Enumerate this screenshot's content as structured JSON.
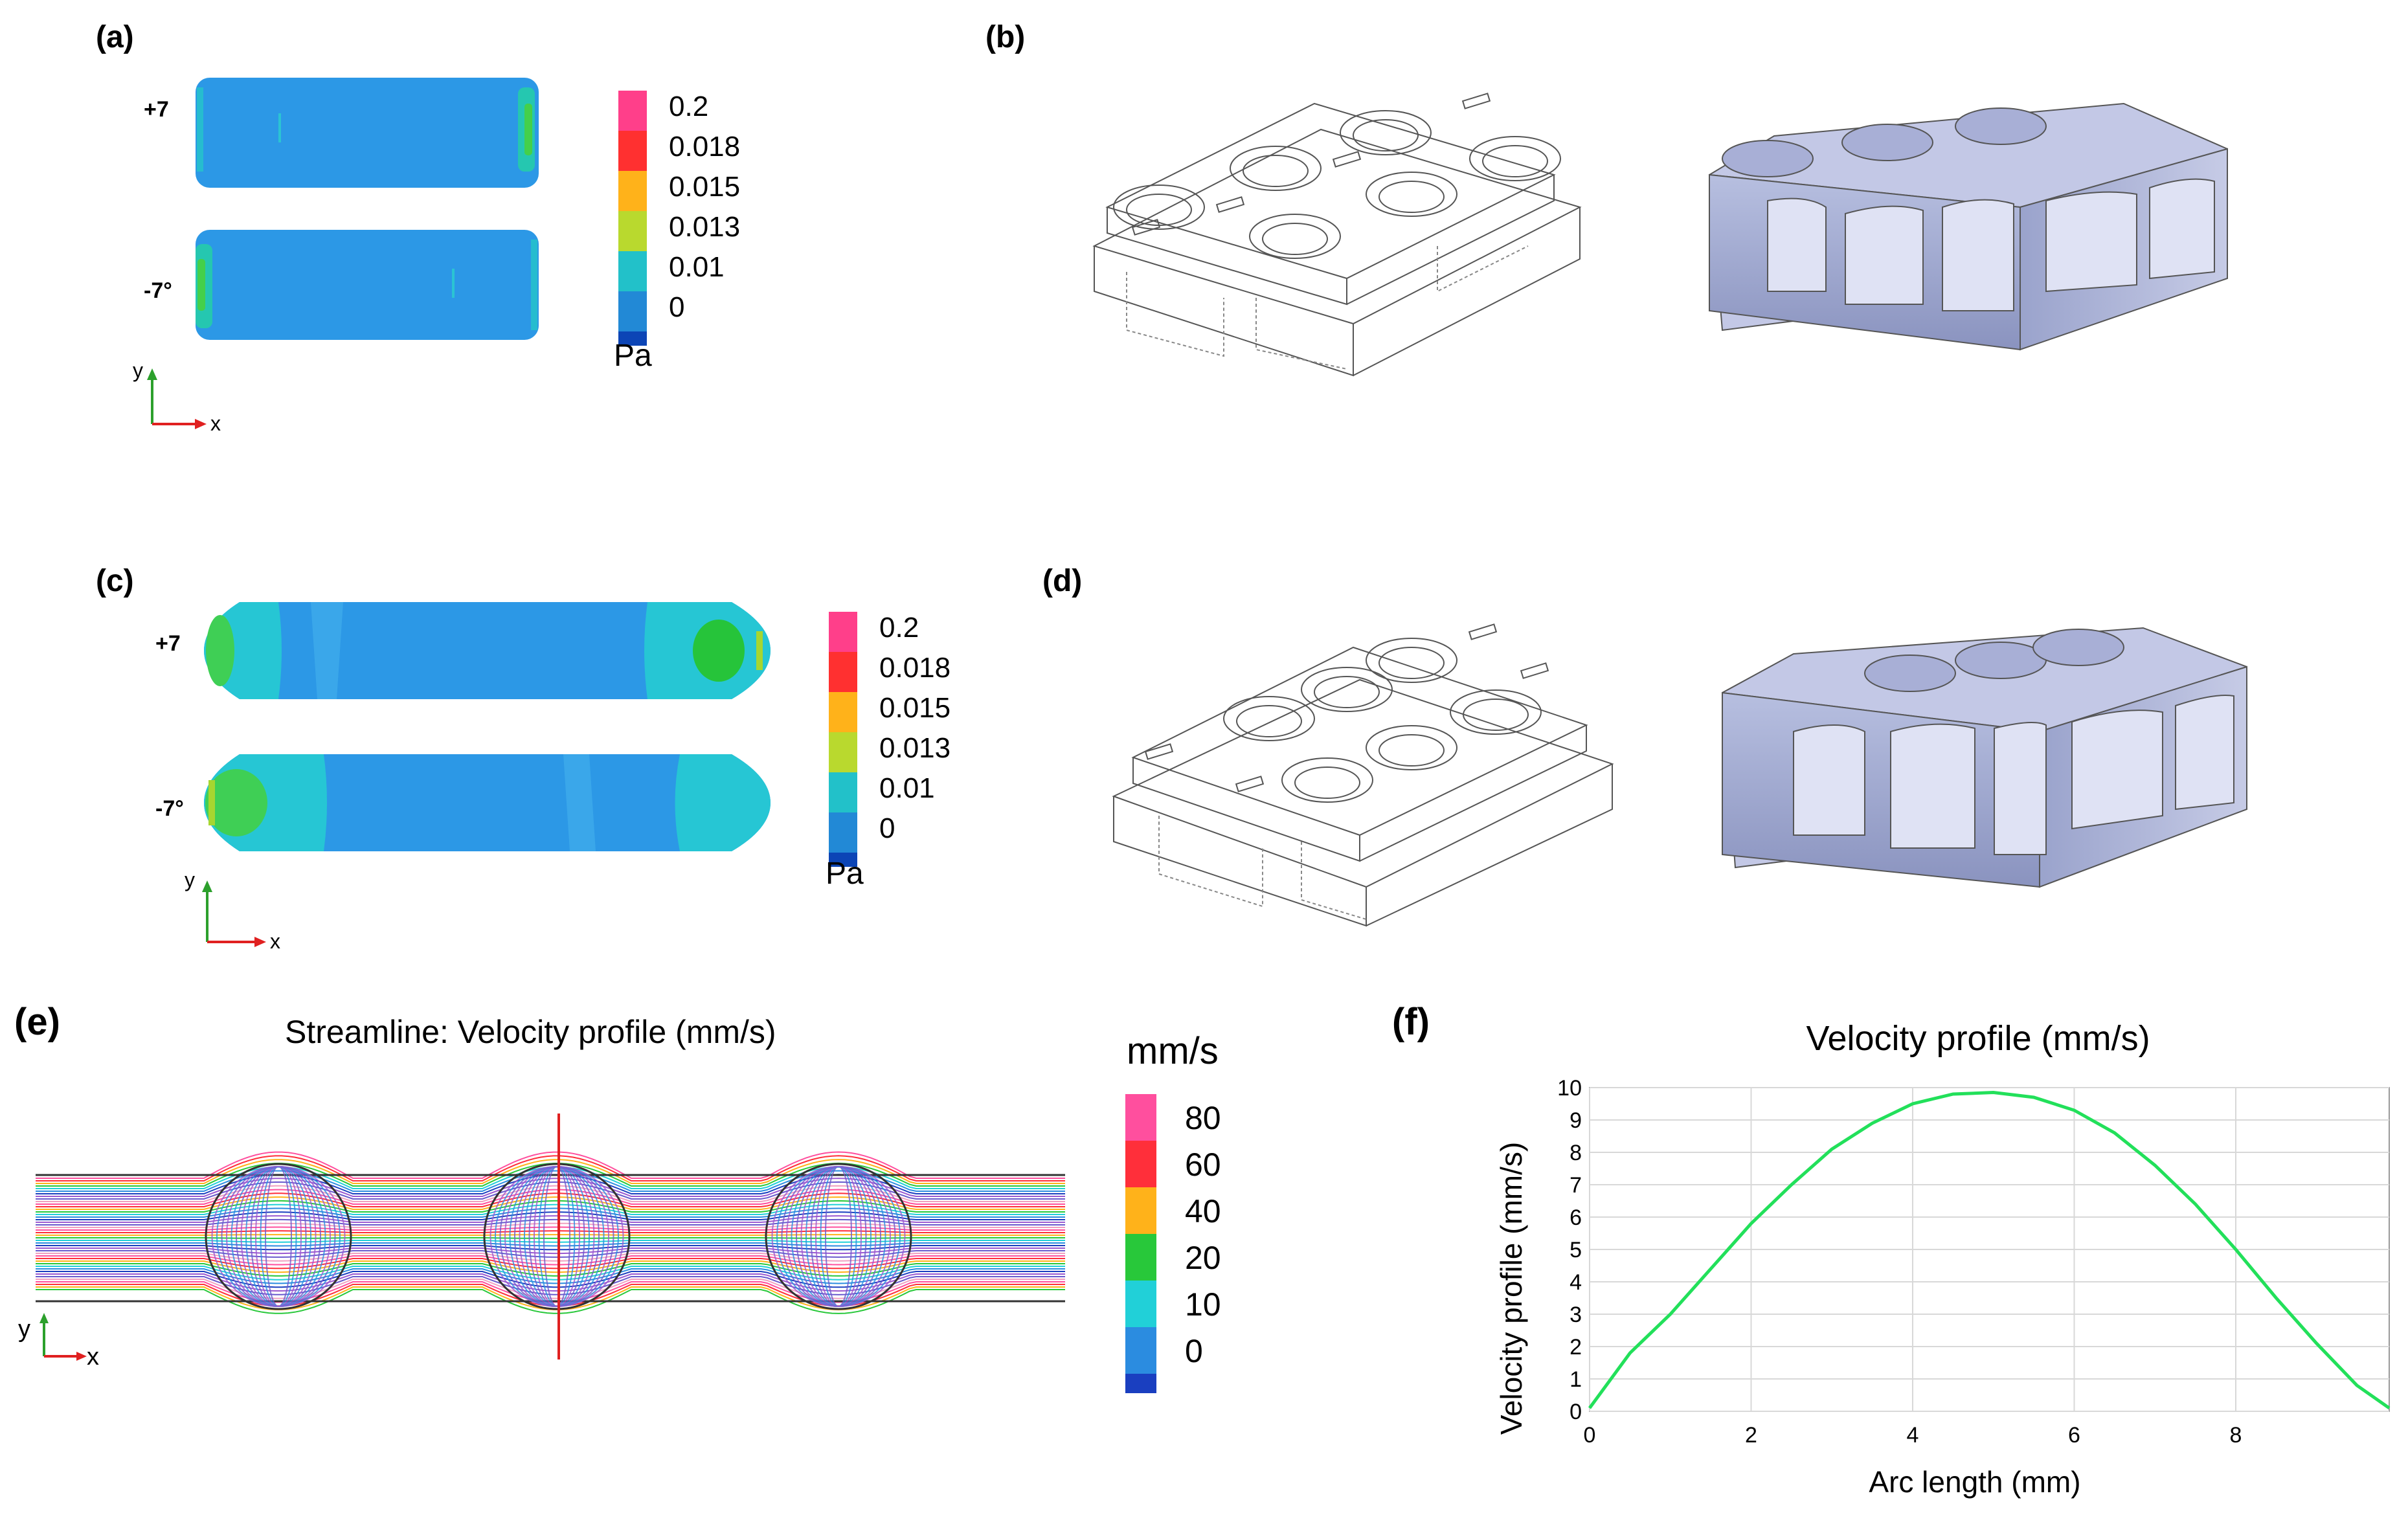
{
  "panels": {
    "a": {
      "label": "(a)",
      "angle_pos": "+7",
      "angle_neg": "-7°",
      "unit": "Pa",
      "legend": [
        "0.2",
        "0.018",
        "0.015",
        "0.013",
        "0.01",
        "0"
      ],
      "legend_colors": [
        "#ff3f8a",
        "#ff3030",
        "#ffb21a",
        "#b9d92e",
        "#22c1c9",
        "#2289d6",
        "#0c45b6"
      ]
    },
    "b": {
      "label": "(b)"
    },
    "c": {
      "label": "(c)",
      "angle_pos": "+7",
      "angle_neg": "-7°",
      "unit": "Pa",
      "legend": [
        "0.2",
        "0.018",
        "0.015",
        "0.013",
        "0.01",
        "0"
      ],
      "legend_colors": [
        "#ff3f8a",
        "#ff3030",
        "#ffb21a",
        "#b9d92e",
        "#22c1c9",
        "#2289d6",
        "#0c45b6"
      ]
    },
    "d": {
      "label": "(d)"
    },
    "e": {
      "label": "(e)",
      "title": "Streamline: Velocity profile (mm/s)",
      "unit": "mm/s",
      "legend": [
        "80",
        "60",
        "40",
        "20",
        "10",
        "0"
      ],
      "legend_colors": [
        "#ff4f9e",
        "#ff2f3a",
        "#ffb21a",
        "#28c83a",
        "#21d0d8",
        "#2b8ce0",
        "#1a3fc0"
      ]
    },
    "f": {
      "label": "(f)"
    }
  },
  "axes_icon": {
    "y": "y",
    "x": "x"
  },
  "chart_data": {
    "type": "line",
    "title": "Velocity profile (mm/s)",
    "xlabel": "Arc length (mm)",
    "ylabel": "Velocity profile (mm/s)",
    "xlim": [
      0,
      9.9
    ],
    "ylim": [
      0,
      10
    ],
    "xticks": [
      "0",
      "2",
      "4",
      "6",
      "8"
    ],
    "yticks": [
      "0",
      "1",
      "2",
      "3",
      "4",
      "5",
      "6",
      "7",
      "8",
      "9",
      "10"
    ],
    "grid": true,
    "line_color": "#22e05a",
    "series": [
      {
        "x": [
          0,
          0.5,
          1.0,
          1.5,
          2.0,
          2.5,
          3.0,
          3.5,
          4.0,
          4.5,
          5.0,
          5.5,
          6.0,
          6.5,
          7.0,
          7.5,
          8.0,
          8.5,
          9.0,
          9.5,
          9.9
        ],
        "values": [
          0.1,
          1.8,
          3.0,
          4.4,
          5.8,
          7.0,
          8.1,
          8.9,
          9.5,
          9.8,
          9.85,
          9.7,
          9.3,
          8.6,
          7.6,
          6.4,
          5.0,
          3.5,
          2.1,
          0.8,
          0.1
        ]
      }
    ]
  }
}
